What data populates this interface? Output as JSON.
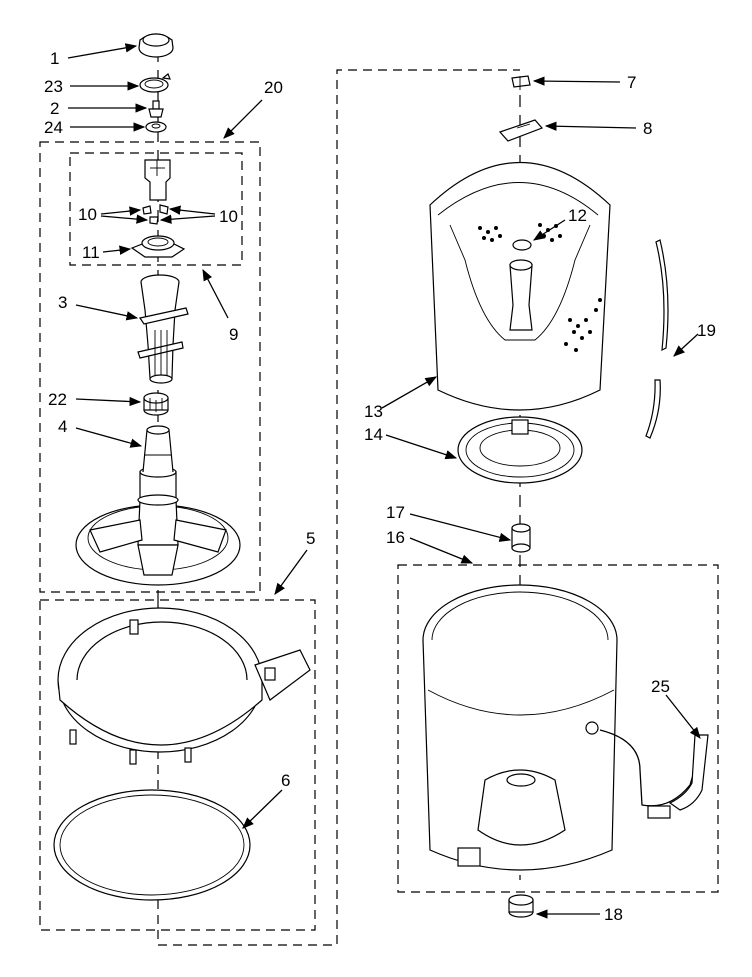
{
  "labels": {
    "1": "1",
    "2": "2",
    "3": "3",
    "4": "4",
    "5": "5",
    "6": "6",
    "7": "7",
    "8": "8",
    "9": "9",
    "10a": "10",
    "10b": "10",
    "11": "11",
    "12": "12",
    "13": "13",
    "14": "14",
    "16": "16",
    "17": "17",
    "18": "18",
    "19": "19",
    "20": "20",
    "22": "22",
    "23": "23",
    "24": "24",
    "25": "25"
  }
}
